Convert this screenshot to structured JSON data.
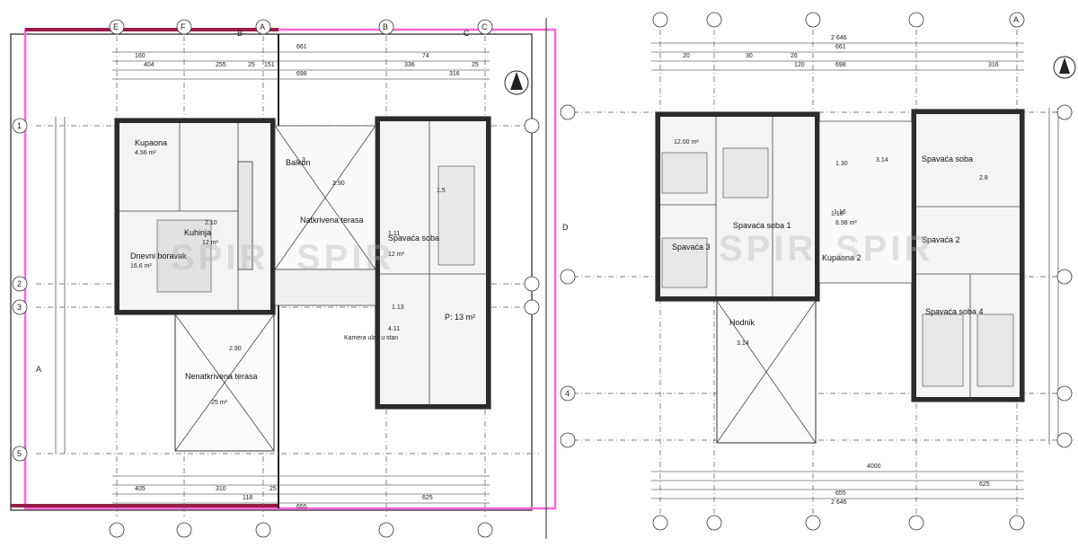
{
  "watermark": "SPIR",
  "grid_axes": {
    "top_letters": [
      "E",
      "F",
      "A",
      "B",
      "C",
      "A"
    ],
    "side_numbers": [
      "1",
      "2",
      "3",
      "4",
      "5"
    ],
    "section_marks": [
      "A",
      "B",
      "C",
      "D"
    ]
  },
  "left_plan": {
    "rooms": [
      {
        "name": "Kupaona",
        "area": "4.56 m²"
      },
      {
        "name": "Dnevni boravak",
        "area": "16.6 m²"
      },
      {
        "name": "Kuhinja",
        "area": "12 m²"
      },
      {
        "name": "Natkrivena terasa",
        "area": "2.90"
      },
      {
        "name": "Balkon",
        "area": "3"
      },
      {
        "name": "Spavaća soba",
        "area": "12 m²"
      },
      {
        "name": "P: 13 m²",
        "area": "4.11"
      },
      {
        "name": "Nenatkrivena terasa",
        "area": "25 m²"
      }
    ],
    "dims_top": [
      "160",
      "74",
      "661",
      "404",
      "255",
      "25",
      "151",
      "336",
      "316",
      "25",
      "698"
    ],
    "dims_bottom": [
      "405",
      "310",
      "118",
      "25",
      "655",
      "625"
    ],
    "heights": [
      "2.10",
      "2.90",
      "1.11",
      "1.5",
      "1.13"
    ],
    "note": "Kamera ulaz u stan"
  },
  "right_plan": {
    "rooms": [
      {
        "name": "Spavaća 3",
        "area": "12.00 m²"
      },
      {
        "name": "Spavaća 2",
        "area": "8.98 m²"
      },
      {
        "name": "Spavaća soba 1",
        "area": ""
      },
      {
        "name": "Spavaća soba 4",
        "area": ""
      },
      {
        "name": "Hodnik",
        "area": "3.14"
      },
      {
        "name": "Kupaona 2",
        "area": ""
      },
      {
        "name": "Spavaća soba",
        "area": "1.16"
      }
    ],
    "dims_top": [
      "2 646",
      "661",
      "20",
      "30",
      "26",
      "698",
      "120",
      "316"
    ],
    "dims_bottom": [
      "2 646",
      "4000",
      "655",
      "625"
    ],
    "heights": [
      "3.14",
      "1.30",
      "2.8",
      "1.16"
    ]
  }
}
